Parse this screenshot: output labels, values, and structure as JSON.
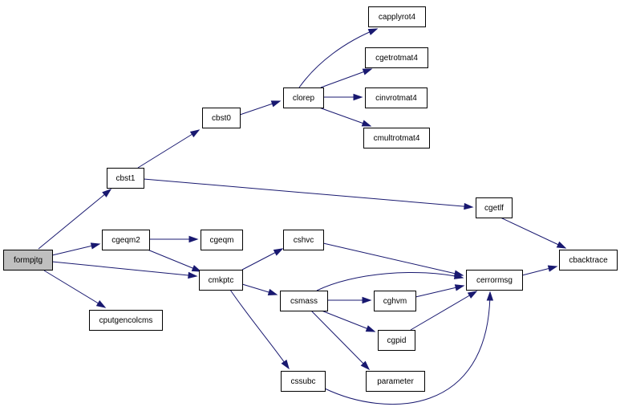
{
  "colors": {
    "edge": "#191970",
    "root_fill": "#bfbfbf",
    "node_fill": "#ffffff",
    "node_border": "#000000"
  },
  "nodes": {
    "formpjtg": "formpjtg",
    "cbst1": "cbst1",
    "cbst0": "cbst0",
    "clorep": "clorep",
    "capplyrot4": "capplyrot4",
    "cgetrotmat4": "cgetrotmat4",
    "cinvrotmat4": "cinvrotmat4",
    "cmultrotmat4": "cmultrotmat4",
    "cgetlf": "cgetlf",
    "cbacktrace": "cbacktrace",
    "cgeqm2": "cgeqm2",
    "cgeqm": "cgeqm",
    "cmkptc": "cmkptc",
    "cputgencolcms": "cputgencolcms",
    "cshvc": "cshvc",
    "cerrormsg": "cerrormsg",
    "csmass": "csmass",
    "cghvm": "cghvm",
    "cgpid": "cgpid",
    "parameter": "parameter",
    "cssubc": "cssubc"
  },
  "edges": [
    [
      "formpjtg",
      "cbst1"
    ],
    [
      "formpjtg",
      "cgeqm2"
    ],
    [
      "formpjtg",
      "cmkptc"
    ],
    [
      "formpjtg",
      "cputgencolcms"
    ],
    [
      "cbst1",
      "cbst0"
    ],
    [
      "cbst1",
      "cgetlf"
    ],
    [
      "cbst0",
      "clorep"
    ],
    [
      "clorep",
      "capplyrot4"
    ],
    [
      "clorep",
      "cgetrotmat4"
    ],
    [
      "clorep",
      "cinvrotmat4"
    ],
    [
      "clorep",
      "cmultrotmat4"
    ],
    [
      "cgetlf",
      "cbacktrace"
    ],
    [
      "cgeqm2",
      "cgeqm"
    ],
    [
      "cgeqm2",
      "cmkptc"
    ],
    [
      "cmkptc",
      "cshvc"
    ],
    [
      "cmkptc",
      "csmass"
    ],
    [
      "cmkptc",
      "cssubc"
    ],
    [
      "cshvc",
      "cerrormsg"
    ],
    [
      "csmass",
      "cerrormsg"
    ],
    [
      "csmass",
      "cghvm"
    ],
    [
      "csmass",
      "cgpid"
    ],
    [
      "csmass",
      "parameter"
    ],
    [
      "cghvm",
      "cerrormsg"
    ],
    [
      "cgpid",
      "cerrormsg"
    ],
    [
      "cssubc",
      "cerrormsg"
    ],
    [
      "cerrormsg",
      "cbacktrace"
    ]
  ]
}
